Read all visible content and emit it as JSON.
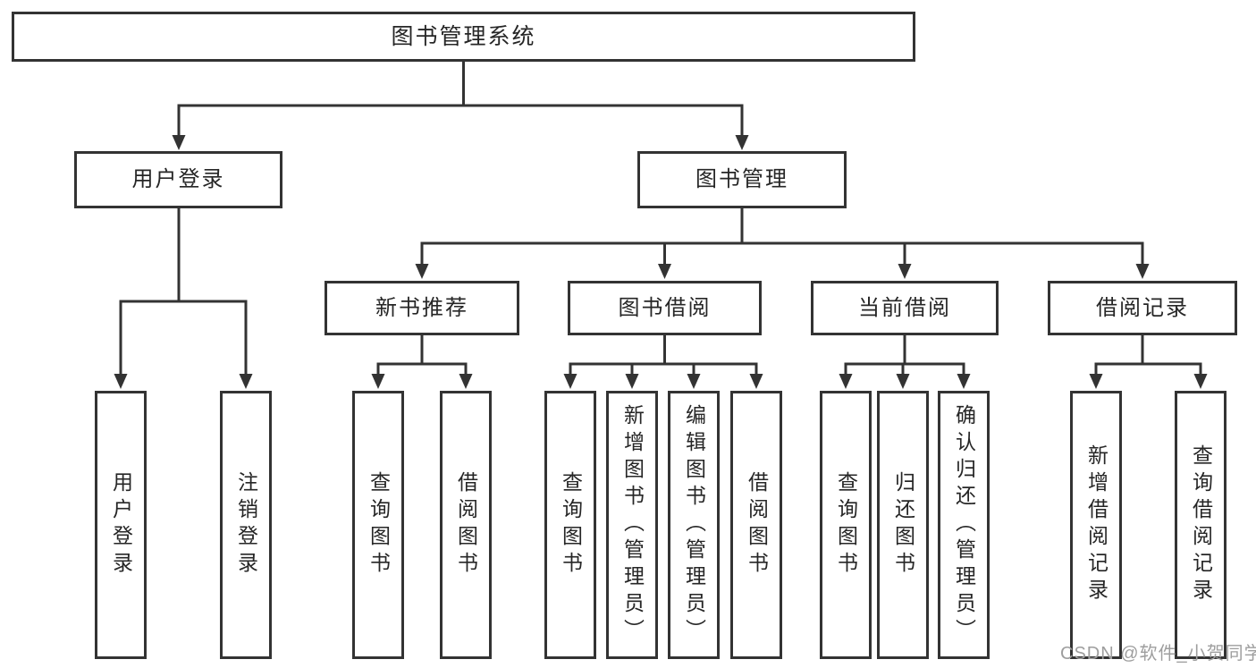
{
  "tree": {
    "root_label": "图书管理系统",
    "branches": [
      {
        "label": "用户登录",
        "leaves": [
          "用户登录",
          "注销登录"
        ]
      },
      {
        "label": "图书管理",
        "groups": [
          {
            "label": "新书推荐",
            "leaves": [
              "查询图书",
              "借阅图书"
            ]
          },
          {
            "label": "图书借阅",
            "leaves": [
              "查询图书",
              "新增图书（管理员）",
              "编辑图书（管理员）",
              "借阅图书"
            ]
          },
          {
            "label": "当前借阅",
            "leaves": [
              "查询图书",
              "归还图书",
              "确认归还（管理员）"
            ]
          },
          {
            "label": "借阅记录",
            "leaves": [
              "新增借阅记录",
              "查询借阅记录"
            ]
          }
        ]
      }
    ]
  },
  "watermark": {
    "text": "CSDN @软件_小贺同学"
  },
  "colors": {
    "line": "#333333",
    "box_border": "#333333",
    "text": "#262626",
    "watermark": "#9e9e9e",
    "background": "#ffffff"
  }
}
